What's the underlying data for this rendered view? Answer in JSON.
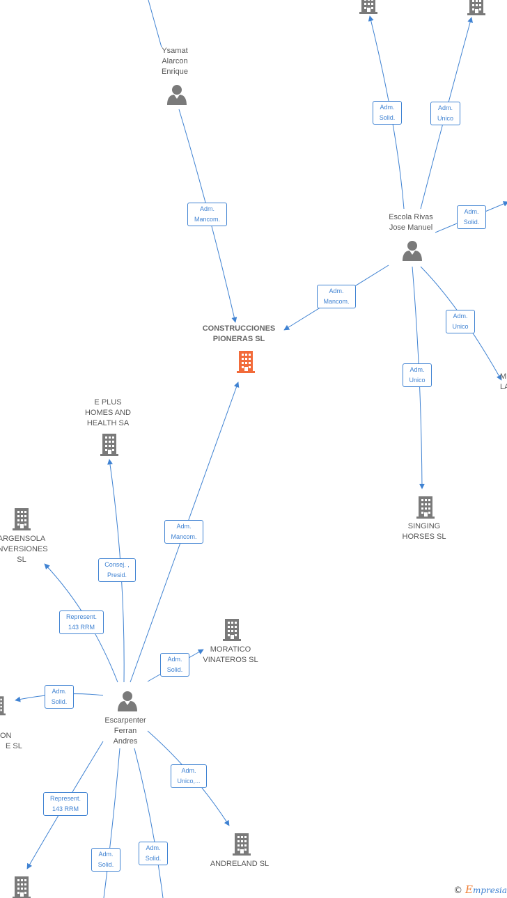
{
  "nodes": {
    "ysamat": {
      "lines": [
        "Ysamat",
        "Alarcon",
        "Enrique"
      ],
      "kind": "person"
    },
    "escola": {
      "lines": [
        "Escola Rivas",
        "Jose Manuel"
      ],
      "kind": "person"
    },
    "escarpenter": {
      "lines": [
        "Escarpenter",
        "Ferran",
        "Andres"
      ],
      "kind": "person"
    },
    "construcciones": {
      "lines": [
        "CONSTRUCCIONES",
        "PIONERAS  SL"
      ],
      "kind": "company-focus"
    },
    "eplus": {
      "lines": [
        "E PLUS",
        "HOMES AND",
        "HEALTH SA"
      ],
      "kind": "company"
    },
    "argensola": {
      "lines": [
        "ARGENSOLA",
        "INVERSIONES",
        "SL"
      ],
      "kind": "company"
    },
    "moratico": {
      "lines": [
        "MORATICO",
        "VINATEROS  SL"
      ],
      "kind": "company"
    },
    "singing": {
      "lines": [
        "SINGING",
        "HORSES  SL"
      ],
      "kind": "company"
    },
    "andreland": {
      "lines": [
        "ANDRELAND  SL"
      ],
      "kind": "company"
    },
    "left_partial": {
      "lines": [
        "ON",
        "E  SL"
      ],
      "kind": "company"
    },
    "right_partial": {
      "lines": [
        "M",
        "LA"
      ],
      "kind": "company"
    }
  },
  "edge_labels": {
    "ysamat_construcciones": [
      "Adm.",
      "Mancom."
    ],
    "escola_construcciones": [
      "Adm.",
      "Mancom."
    ],
    "escola_top1": [
      "Adm.",
      "Solid."
    ],
    "escola_top2": [
      "Adm.",
      "Unico"
    ],
    "escola_right": [
      "Adm.",
      "Solid."
    ],
    "escola_rightlower": [
      "Adm.",
      "Unico"
    ],
    "escola_singing": [
      "Adm.",
      "Unico"
    ],
    "escarpenter_construcciones": [
      "Adm.",
      "Mancom."
    ],
    "escarpenter_eplus": [
      "Consej. ,",
      "Presid."
    ],
    "escarpenter_argensola": [
      "Represent.",
      "143 RRM"
    ],
    "escarpenter_moratico": [
      "Adm.",
      "Solid."
    ],
    "escarpenter_left": [
      "Adm.",
      "Solid."
    ],
    "escarpenter_andreland": [
      "Adm.",
      "Unico,..."
    ],
    "escarpenter_bottomleft": [
      "Represent.",
      "143 RRM"
    ],
    "escarpenter_bottom1": [
      "Adm.",
      "Solid."
    ],
    "escarpenter_bottom2": [
      "Adm.",
      "Solid."
    ]
  },
  "brand": {
    "copyright": "©",
    "initial": "E",
    "rest": "mpresia"
  },
  "colors": {
    "edge": "#3f82d2",
    "focus": "#f26b3a",
    "node": "#7a7a7a"
  }
}
